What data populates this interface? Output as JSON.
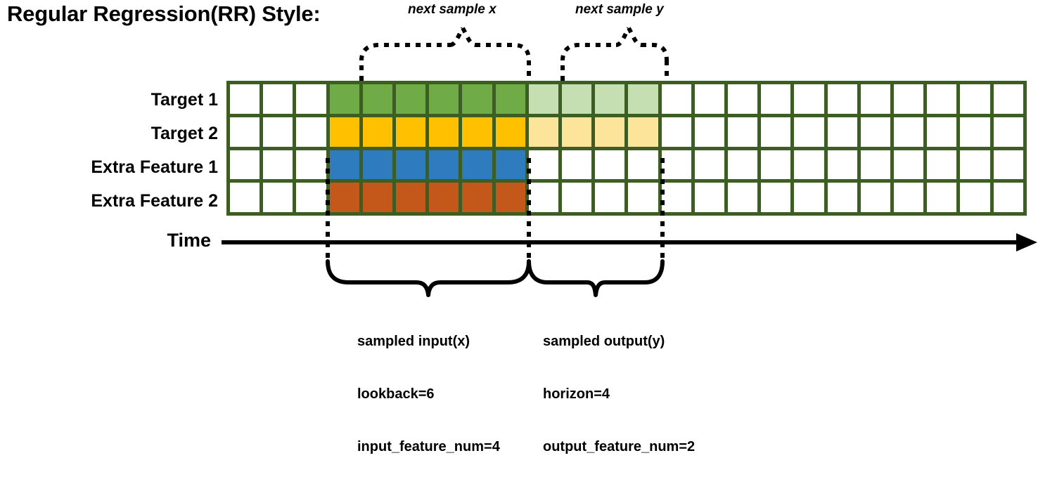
{
  "title": "Regular Regression(RR) Style:",
  "top_annotations": {
    "next_x": "next sample x",
    "next_y": "next sample y"
  },
  "rows": [
    {
      "label": "Target 1",
      "color_key": "c-green",
      "light_key": "c-green-lt",
      "has_output": true
    },
    {
      "label": "Target 2",
      "color_key": "c-gold",
      "light_key": "c-gold-lt",
      "has_output": true
    },
    {
      "label": "Extra Feature 1",
      "color_key": "c-blue",
      "light_key": "",
      "has_output": false
    },
    {
      "label": "Extra Feature 2",
      "color_key": "c-orange",
      "light_key": "",
      "has_output": false
    }
  ],
  "grid": {
    "total_columns": 24,
    "lead_blank_columns": 3,
    "input_columns": 6,
    "output_columns": 4,
    "trail_blank_columns": 11
  },
  "axis": {
    "label": "Time"
  },
  "captions": {
    "input": {
      "line1": "sampled input(x)",
      "line2": "lookback=6",
      "line3": "input_feature_num=4"
    },
    "output": {
      "line1": "sampled output(y)",
      "line2": "horizon=4",
      "line3": "output_feature_num=2"
    }
  },
  "colors": {
    "grid_border": "#3d5e22",
    "target1": "#6fab46",
    "target1_light": "#c5dfb3",
    "target2": "#ffc000",
    "target2_light": "#fde49b",
    "extra1": "#2e7cbe",
    "extra2": "#c4581a",
    "ink": "#000000",
    "background": "#ffffff"
  }
}
